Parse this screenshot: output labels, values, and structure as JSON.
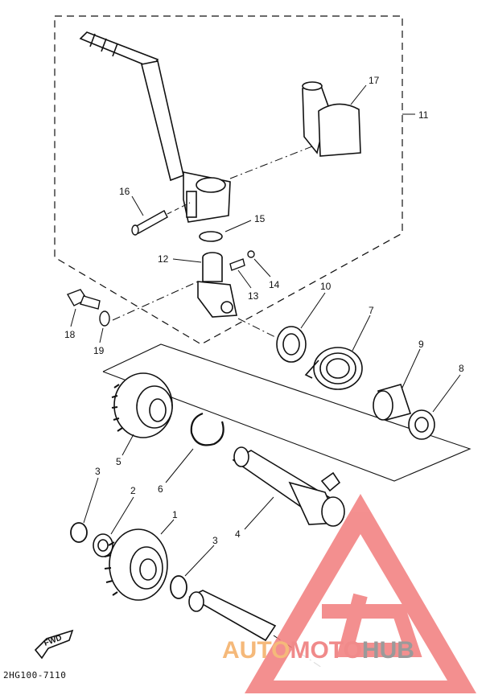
{
  "callouts": {
    "c1": "1",
    "c2": "2",
    "c3a": "3",
    "c3b": "3",
    "c4": "4",
    "c5": "5",
    "c6": "6",
    "c7": "7",
    "c8": "8",
    "c9": "9",
    "c10": "10",
    "c11": "11",
    "c12": "12",
    "c13": "13",
    "c14": "14",
    "c15": "15",
    "c16": "16",
    "c17": "17",
    "c18": "18",
    "c19": "19"
  },
  "fwd_label": "FWD",
  "diagram_code": "2HG100-7110",
  "watermark": {
    "part1": "AUTO",
    "part2": "MOTO",
    "part3": "HUB",
    "color1": "#f5b97a",
    "color2": "#f08a8a",
    "color3": "#9a9a9a",
    "logo_color": "#f27c7c"
  },
  "line_color": "#111111"
}
